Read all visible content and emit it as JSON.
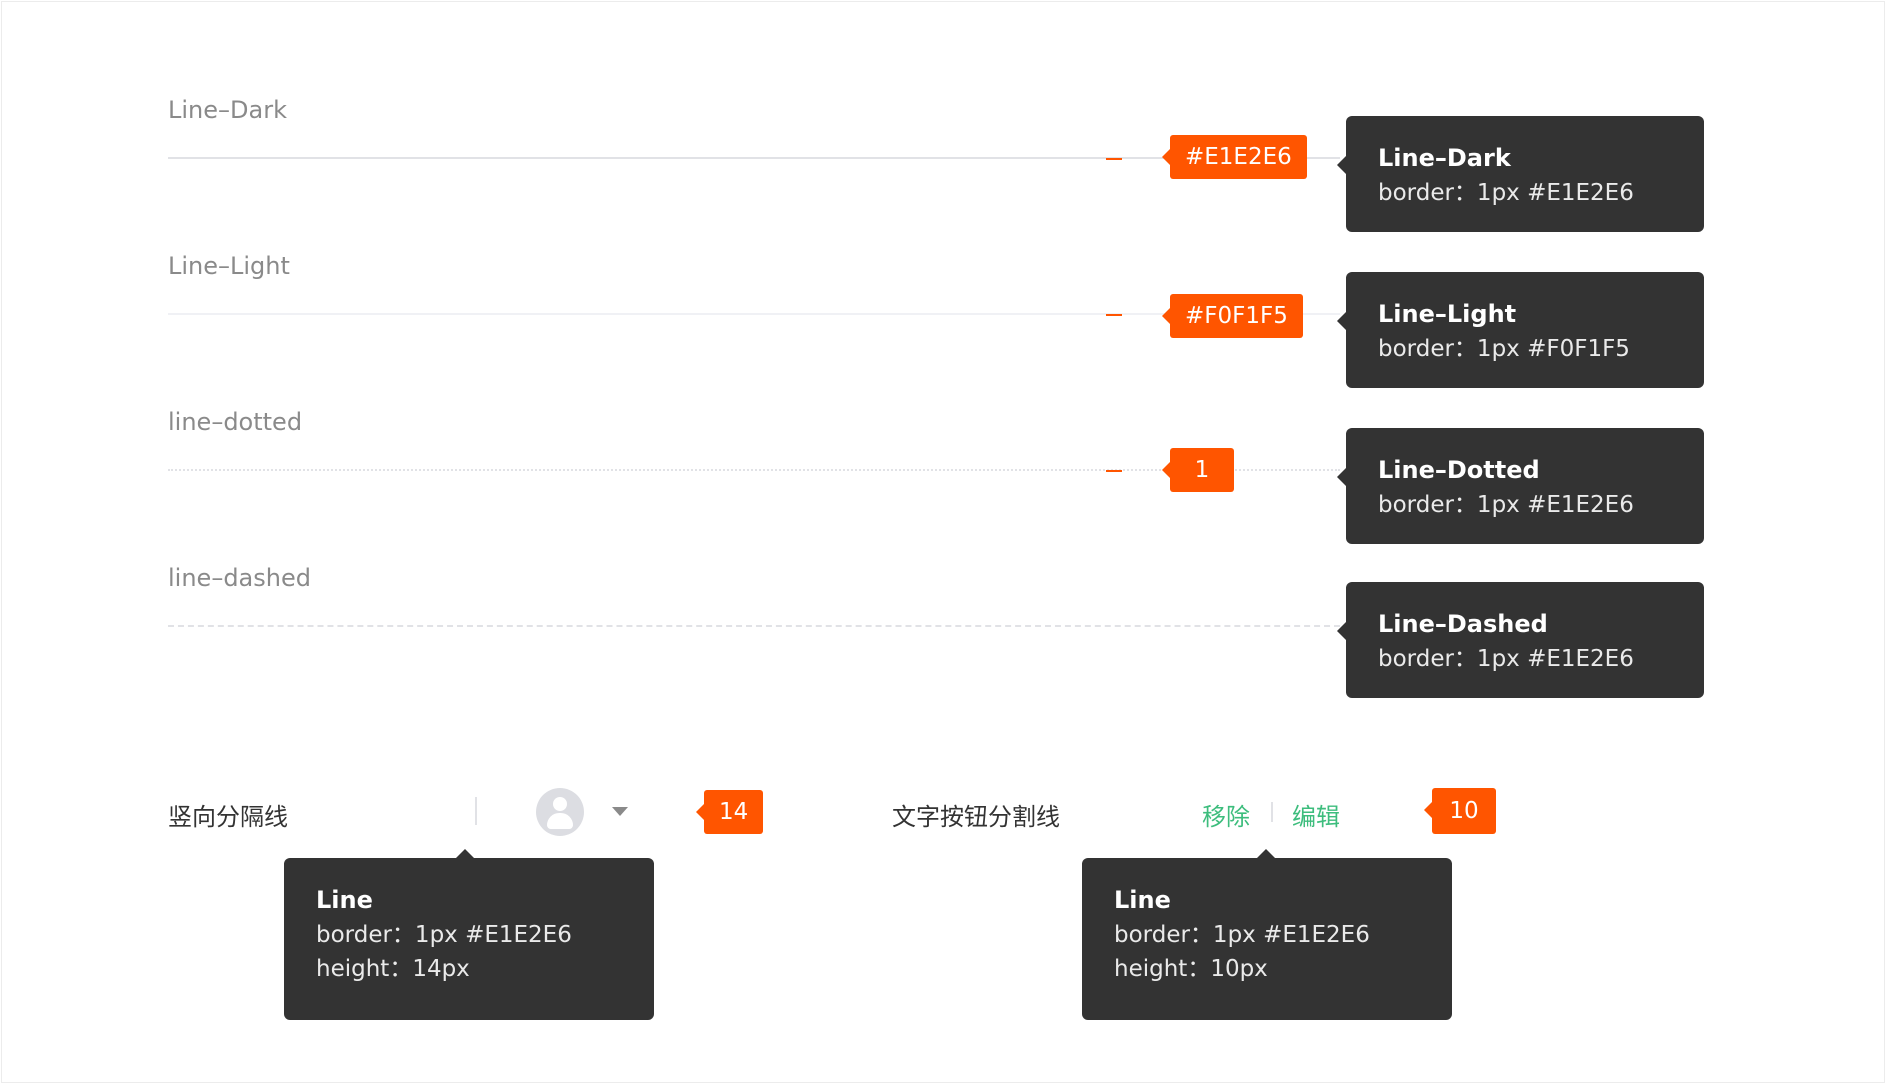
{
  "rows": [
    {
      "label": "Line–Dark",
      "tag": "#E1E2E6",
      "tooltip_title": "Line–Dark",
      "tooltip_line": "border：1px #E1E2E6"
    },
    {
      "label": "Line–Light",
      "tag": "#F0F1F5",
      "tooltip_title": "Line–Light",
      "tooltip_line": "border：1px #F0F1F5"
    },
    {
      "label": "line–dotted",
      "tag": "1",
      "tooltip_title": "Line–Dotted",
      "tooltip_line": "border：1px #E1E2E6"
    },
    {
      "label": "line–dashed",
      "tooltip_title": "Line–Dashed",
      "tooltip_line": "border：1px #E1E2E6"
    }
  ],
  "vertical_divider": {
    "label": "竖向分隔线",
    "tag": "14",
    "avatar_icon": "user-avatar-icon",
    "caret_icon": "caret-down-icon",
    "tooltip_title": "Line",
    "tooltip_line1": "border：1px #E1E2E6",
    "tooltip_line2": "height：14px"
  },
  "text_button_divider": {
    "label": "文字按钮分割线",
    "button_remove": "移除",
    "button_edit": "编辑",
    "tag": "10",
    "tooltip_title": "Line",
    "tooltip_line1": "border：1px #E1E2E6",
    "tooltip_line2": "height：10px"
  },
  "colors": {
    "accent": "#FF5500",
    "tooltip_bg": "#333333",
    "line_dark": "#E1E2E6",
    "line_light": "#F0F1F5",
    "text_button": "#3DBD7D"
  }
}
